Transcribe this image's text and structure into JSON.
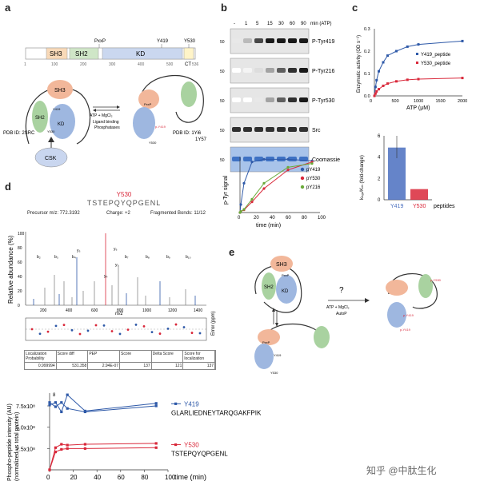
{
  "panels": {
    "a": "a",
    "b": "b",
    "c": "c",
    "d": "d",
    "e": "e"
  },
  "panel_a": {
    "numbers": [
      "1",
      "100",
      "200",
      "300",
      "400",
      "500",
      "536"
    ],
    "domains": [
      "SH3",
      "SH2",
      "KD",
      "CT"
    ],
    "motifs": {
      "pxxp": "PxxP",
      "y419": "Y419",
      "y530": "Y530"
    },
    "left_struct": {
      "sh3": "SH3",
      "sh2": "SH2",
      "kd": "KD",
      "y419": "Y419",
      "y530": "Y530",
      "pdb": "PDB ID: 2SRC",
      "csk": "CSK"
    },
    "arrow_top": "ATP + MgCl₂",
    "arrow_bottom": [
      "Ligand binding",
      "Phosphatases"
    ],
    "right_struct": {
      "pxxp": "PxxP",
      "py419": "p-Y419",
      "y530": "Y530",
      "pdb": [
        "PDB ID: 1Yi6",
        "1Y57"
      ]
    }
  },
  "panel_b": {
    "time_header": [
      "-",
      "1",
      "5",
      "15",
      "30",
      "60",
      "90"
    ],
    "time_unit": "min (ATP)",
    "lane_ladder": "50",
    "blots": [
      "P-Tyr419",
      "P-Tyr216",
      "P-Tyr530",
      "Src",
      "Coomassie"
    ],
    "ylabel": "p-Tyr signal",
    "xlabel": "time (min)",
    "legend": [
      "pY419",
      "pY530",
      "pY216"
    ]
  },
  "panel_c": {
    "ylabel_top": "Enzymatic activity (OD s⁻¹)",
    "xlabel_top": "ATP (μM)",
    "legend_top": [
      "Y419_peptide",
      "Y530_peptide"
    ],
    "ylabel_bottom": "kₕₐₜ/Kₘ (fold-change)",
    "bar_labels": [
      "Y419",
      "Y530"
    ],
    "bar_axis": "peptides"
  },
  "panel_d": {
    "residue": "Y530",
    "sequence": "TSTEPQYQPGENL",
    "precursor": "Precursor m/z: 772.3192",
    "charge": "Charge: +2",
    "fragmented": "Fragmented Bonds: 11/12",
    "ylabel": "Relative abundance (%)",
    "xlabel": "m/z",
    "error_label": "Error (ppm)",
    "table": {
      "headers": [
        "Localization Probability",
        "Score diff",
        "PEP",
        "Score",
        "Delta Score",
        "Score for localization"
      ],
      "values": [
        "0.999994",
        "531.358",
        "2.94E-07",
        "137",
        "121",
        "137"
      ]
    },
    "ion_labels": [
      "b₂",
      "b₃",
      "b₄",
      "y₃",
      "y₄",
      "b₇",
      "b₈",
      "b₉",
      "b₁₀",
      "y₆",
      "y₇"
    ]
  },
  "panel_e": {
    "left": {
      "sh3": "SH3",
      "sh2": "SH2",
      "kd": "KD",
      "pxxp": "PxxP"
    },
    "question": "?",
    "arrow": [
      "ATP + MgCl₂",
      "AutoP"
    ],
    "bottom": {
      "pxxp": "PxxP",
      "y419": "Y419",
      "y530": "Y530"
    },
    "right": {
      "py419": "p-Y419",
      "py530": "p-Y530",
      "py419b": "p-Y419"
    }
  },
  "bottom_chart": {
    "ylabel": [
      "Phospho-peptide intensity (AU)",
      "(normalized vs total protein)"
    ],
    "xlabel": "time (min)",
    "exp": "8",
    "series_labels": [
      {
        "name": "Y419",
        "peptide": "GLARLIEDNEYTARQGAKFPIK"
      },
      {
        "name": "Y530",
        "peptide": "TSTEPQYQPGENL"
      }
    ]
  },
  "watermark": "知乎 @中肽生化",
  "colors": {
    "y419": "#2e59a8",
    "y530": "#d9283a",
    "y216": "#6aaa3a",
    "sh3": "#f2b79a",
    "sh2": "#a9d2a0",
    "kd": "#9eb7e0",
    "csk": "#c9d6ef"
  },
  "chart_data": [
    {
      "type": "line",
      "title": "",
      "xlabel": "time (min)",
      "ylabel": "p-Tyr signal",
      "xlim": [
        0,
        100
      ],
      "ylim": [
        0,
        1.05
      ],
      "x": [
        0,
        1,
        5,
        15,
        30,
        60,
        90
      ],
      "series": [
        {
          "name": "pY419",
          "values": [
            0,
            0.15,
            0.55,
            0.95,
            1.0,
            1.0,
            0.97
          ]
        },
        {
          "name": "pY530",
          "values": [
            0,
            0.02,
            0.05,
            0.2,
            0.45,
            0.8,
            0.95
          ]
        },
        {
          "name": "pY216",
          "values": [
            0,
            0.02,
            0.06,
            0.25,
            0.55,
            0.85,
            0.92
          ]
        }
      ]
    },
    {
      "type": "line",
      "title": "",
      "xlabel": "ATP (μM)",
      "ylabel": "Enzymatic activity (OD s⁻¹)",
      "xlim": [
        0,
        2000
      ],
      "ylim": [
        0,
        0.3
      ],
      "xticks": [
        0,
        500,
        1000,
        1500,
        2000
      ],
      "yticks": [
        0.0,
        0.1,
        0.2,
        0.3
      ],
      "series": [
        {
          "name": "Y419_peptide",
          "x": [
            0,
            25,
            50,
            100,
            200,
            300,
            500,
            750,
            1000,
            2000
          ],
          "values": [
            0,
            0.04,
            0.07,
            0.11,
            0.15,
            0.18,
            0.2,
            0.22,
            0.23,
            0.245
          ]
        },
        {
          "name": "Y530_peptide",
          "x": [
            0,
            25,
            50,
            100,
            200,
            300,
            500,
            750,
            1000,
            2000
          ],
          "values": [
            0,
            0.01,
            0.02,
            0.03,
            0.045,
            0.055,
            0.065,
            0.072,
            0.075,
            0.08
          ]
        }
      ]
    },
    {
      "type": "bar",
      "title": "",
      "ylabel": "kₕₐₜ/Kₘ (fold-change)",
      "categories": [
        "Y419",
        "Y530"
      ],
      "values": [
        4.9,
        1.0
      ],
      "ylim": [
        0,
        6
      ],
      "yticks": [
        0,
        2,
        4,
        6
      ]
    },
    {
      "type": "line",
      "title": "",
      "xlabel": "time (min)",
      "ylabel": "Phospho-peptide intensity (AU)",
      "xlim": [
        0,
        100
      ],
      "ylim": [
        0,
        900000000.0
      ],
      "yticks": [
        "2.5x10⁸",
        "5.0x10⁸",
        "7.5x10⁸"
      ],
      "xticks": [
        0,
        20,
        40,
        60,
        80,
        100
      ],
      "series": [
        {
          "name": "Y419 rep1",
          "x": [
            0,
            5,
            10,
            15,
            30,
            90
          ],
          "values": [
            760000000.0,
            790000000.0,
            680000000.0,
            880000000.0,
            690000000.0,
            780000000.0
          ]
        },
        {
          "name": "Y419 rep2",
          "x": [
            0,
            5,
            10,
            15,
            30,
            90
          ],
          "values": [
            790000000.0,
            740000000.0,
            790000000.0,
            720000000.0,
            680000000.0,
            750000000.0
          ]
        },
        {
          "name": "Y530 rep1",
          "x": [
            0,
            5,
            10,
            15,
            30,
            90
          ],
          "values": [
            0,
            260000000.0,
            300000000.0,
            290000000.0,
            300000000.0,
            310000000.0
          ]
        },
        {
          "name": "Y530 rep2",
          "x": [
            0,
            5,
            10,
            15,
            30,
            90
          ],
          "values": [
            0,
            210000000.0,
            240000000.0,
            250000000.0,
            250000000.0,
            260000000.0
          ]
        }
      ]
    }
  ]
}
